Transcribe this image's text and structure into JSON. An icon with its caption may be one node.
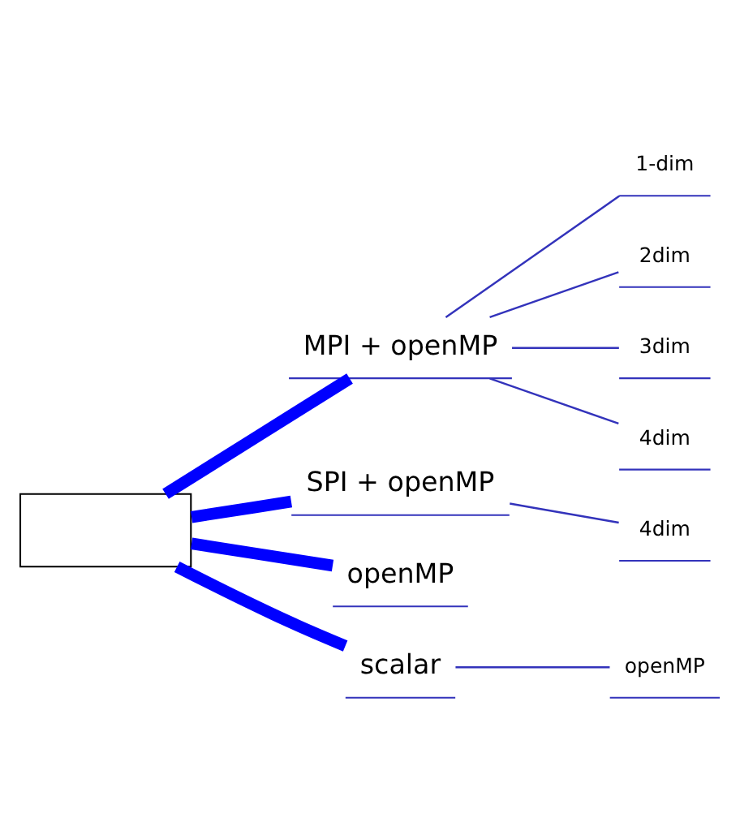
{
  "diagram": {
    "nodes": [
      {
        "text": [],
        "shape": "box"
      },
      {
        "text": [
          "MPI + openMP"
        ]
      },
      {
        "text": [
          "SPI + openMP"
        ]
      },
      {
        "text": [
          "openMP"
        ]
      },
      {
        "text": [
          "scalar"
        ]
      },
      {
        "text": [
          "1-dim"
        ]
      },
      {
        "text": [
          "2dim"
        ]
      },
      {
        "text": [
          "3dim"
        ]
      },
      {
        "text": [
          "4dim"
        ]
      },
      {
        "text": [
          "4dim"
        ]
      },
      {
        "text": [
          "openMP"
        ]
      }
    ],
    "edges": [
      {
        "from": 0,
        "to": 1,
        "arrow": "none",
        "style": "thick",
        "color": "#0000ff"
      },
      {
        "from": 0,
        "to": 2,
        "arrow": "none",
        "style": "thick",
        "color": "#0000ff"
      },
      {
        "from": 0,
        "to": 3,
        "arrow": "none",
        "style": "thick",
        "color": "#0000ff"
      },
      {
        "from": 0,
        "to": 4,
        "arrow": "none",
        "style": "thick",
        "color": "#0000ff"
      },
      {
        "from": 1,
        "to": 5,
        "arrow": "none"
      },
      {
        "from": 1,
        "to": 6,
        "arrow": "none"
      },
      {
        "from": 1,
        "to": 7,
        "arrow": "none"
      },
      {
        "from": 1,
        "to": 8,
        "arrow": "none"
      },
      {
        "from": 2,
        "to": 9,
        "arrow": "none"
      },
      {
        "from": 4,
        "to": 10,
        "arrow": "none"
      }
    ]
  }
}
